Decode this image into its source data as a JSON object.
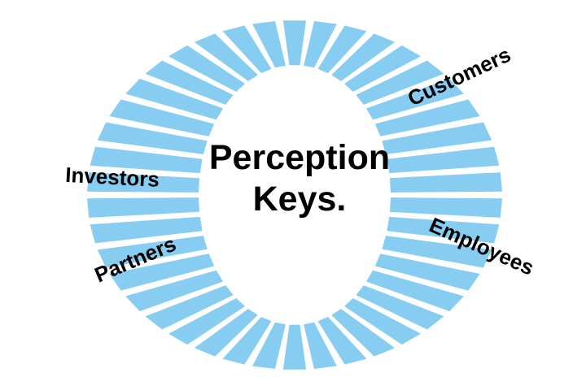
{
  "diagram": {
    "title_line1": "Perception",
    "title_line2": "Keys.",
    "labels": {
      "customers": "Customers",
      "investors": "Investors",
      "partners": "Partners",
      "employees": "Employees"
    },
    "colors": {
      "ring": "#87cdf1",
      "text": "#000000",
      "background": "#ffffff"
    }
  }
}
